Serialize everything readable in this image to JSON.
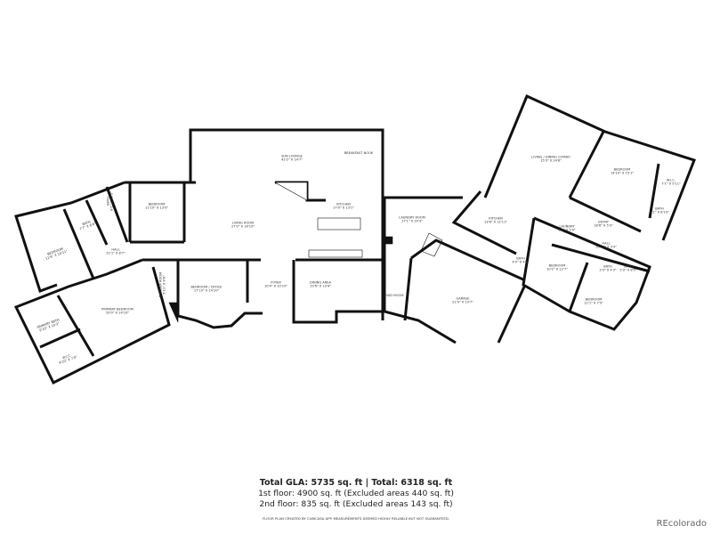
{
  "rooms": [
    {
      "name": "SUN LOUNGE",
      "dims": "42'2\" x 14'7\""
    },
    {
      "name": "BREAKFAST NOOK",
      "dims": ""
    },
    {
      "name": "LIVING ROOM",
      "dims": "27'0\" x 16'10\""
    },
    {
      "name": "KITCHEN",
      "dims": "17'0\" x 13'1\""
    },
    {
      "name": "BEDROOM",
      "dims": "11'10\" x 13'0\""
    },
    {
      "name": "BATH",
      "dims": "8'1\" x 12'3\""
    },
    {
      "name": "BATH",
      "dims": "7'7\" x 8'6\""
    },
    {
      "name": "BEDROOM",
      "dims": "11'6\" x 14'11\""
    },
    {
      "name": "HALL",
      "dims": "22'1\" x 8'7\""
    },
    {
      "name": "PRIMARY BEDROOM",
      "dims": "20'0\" x 14'10\""
    },
    {
      "name": "PRIMARY BATH",
      "dims": "9'10\" x 10'3\""
    },
    {
      "name": "W.I.C.",
      "dims": "9'10\" x 7'4\""
    },
    {
      "name": "POWDER ROOM",
      "dims": "5'11\" x 8'8\""
    },
    {
      "name": "BEDROOM / OFFICE",
      "dims": "17'10\" x 14'10\""
    },
    {
      "name": "FOYER",
      "dims": "10'4\" x 10'10\""
    },
    {
      "name": "DINING AREA",
      "dims": "19'6\" x 13'4\""
    },
    {
      "name": "LAUNDRY ROOM",
      "dims": "17'1\" x 20'3\""
    },
    {
      "name": "MUD ROOM",
      "dims": ""
    },
    {
      "name": "GARAGE",
      "dims": "21'9\" x 19'7\""
    },
    {
      "name": "KITCHEN",
      "dims": "13'6\" x 12'11\""
    },
    {
      "name": "LIVING / DINING COMBO",
      "dims": "15'3\" x 24'6\""
    },
    {
      "name": "BEDROOM",
      "dims": "14'10\" x 15'1\""
    },
    {
      "name": "W.I.C.",
      "dims": "7'1\" x 5'11\""
    },
    {
      "name": "BATH",
      "dims": "7'1\" x 8'10\""
    },
    {
      "name": "ENTRY",
      "dims": "18'6\" x 5'3\""
    },
    {
      "name": "LAUNDRY",
      "dims": "3'0\" x 5'9\""
    },
    {
      "name": "HALL",
      "dims": "10'10\" x 3'3\""
    },
    {
      "name": "BATH",
      "dims": "4'0\" x 4'3\""
    },
    {
      "name": "BEDROOM",
      "dims": "10'2\" x 12'7\""
    },
    {
      "name": "BATH",
      "dims": "3'3\" x 4'3\""
    },
    {
      "name": "BATH",
      "dims": "5'3\" x 8'5\""
    },
    {
      "name": "BEDROOM",
      "dims": "12'1\" x 7'9\""
    }
  ],
  "totals": {
    "gla": "Total GLA: 5735 sq. ft | Total: 6318 sq. ft",
    "first_floor": "1st floor: 4900 sq. ft (Excluded areas 440 sq. ft)",
    "second_floor": "2nd floor: 835 sq. ft (Excluded areas 143 sq. ft)"
  },
  "disclaimer": "FLOOR PLAN CREATED BY CUBICASA APP. MEASUREMENTS DEEMED HIGHLY RELIABLE BUT NOT GUARANTEED.",
  "brand": "REcolorado",
  "colors": {
    "wall": "#111111",
    "window": "#bbbbbb",
    "text": "#333333"
  }
}
